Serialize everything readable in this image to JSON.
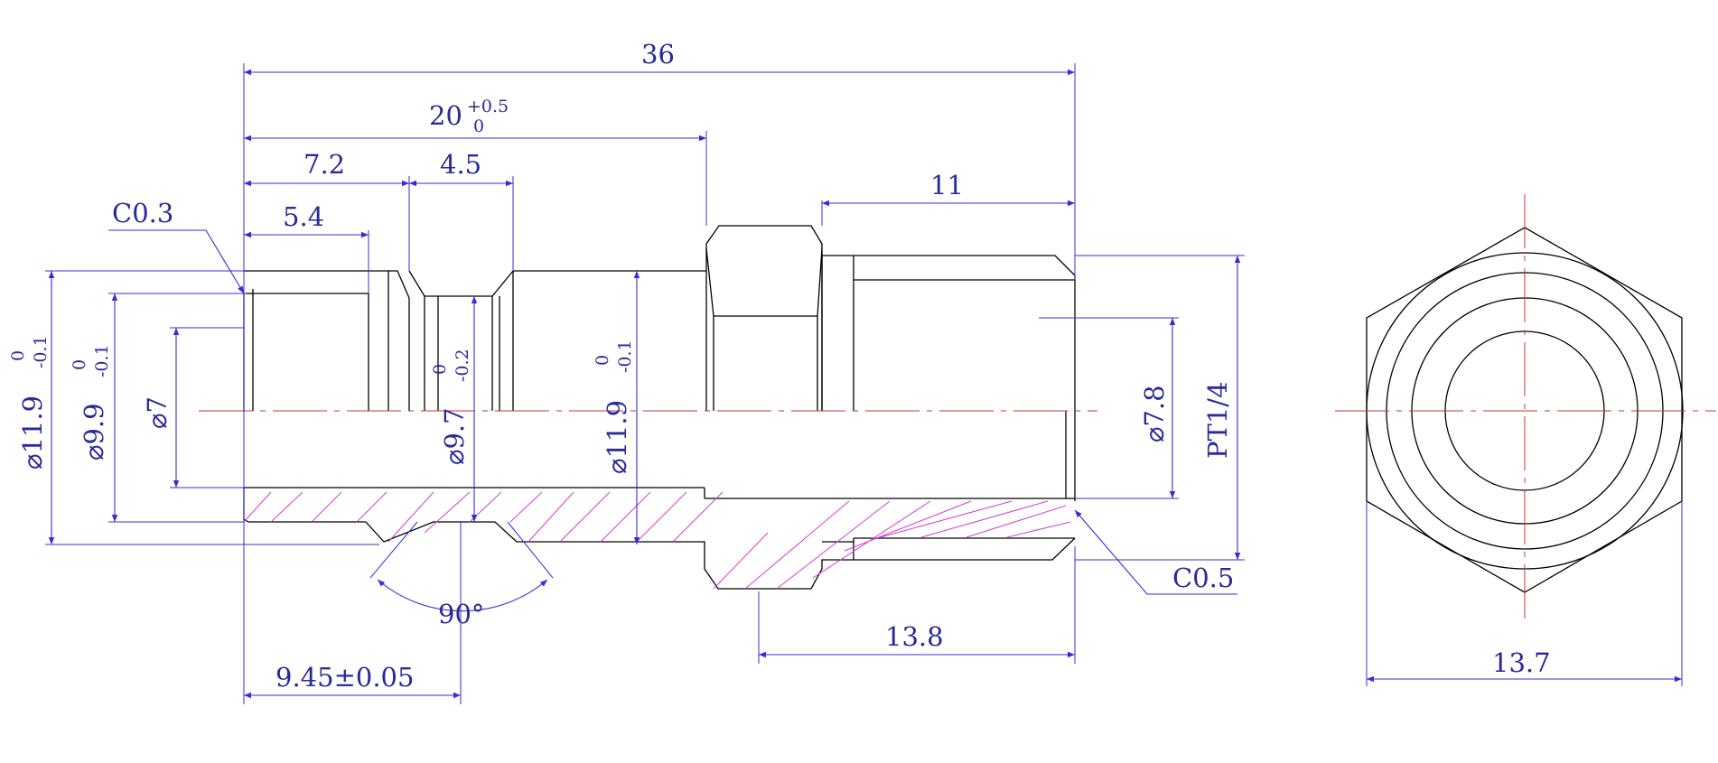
{
  "colors": {
    "outline": "#000000",
    "dimension": "#3a2bd6",
    "centerline": "#c0392b",
    "hatch": "#d13fd6",
    "text": "#2a2a9a"
  },
  "dimensions": {
    "overall_length": "36",
    "thread_start": {
      "nominal": "20",
      "upper": "+0.5",
      "lower": "0"
    },
    "groove_pos": "7.2",
    "groove_width": "4.5",
    "bore_depth": "5.4",
    "thread_length": "11",
    "chamfer_left": "C0.3",
    "chamfer_right": "C0.5",
    "d_outer_left": {
      "nominal": "⌀11.9",
      "upper": "0",
      "lower": "-0.1"
    },
    "d_face": {
      "nominal": "⌀9.9",
      "upper": "0",
      "lower": "-0.1"
    },
    "d_bore": "⌀7",
    "d_groove": {
      "nominal": "⌀9.7",
      "upper": "0",
      "lower": "-0.2"
    },
    "d_outer_mid": {
      "nominal": "⌀11.9",
      "upper": "0",
      "lower": "-0.1"
    },
    "d_bore_right": "⌀7.8",
    "thread": "PT1/4",
    "angle": "90°",
    "groove_center": "9.45±0.05",
    "bore_right_depth": "13.8",
    "hex_across_flats": "13.7"
  }
}
